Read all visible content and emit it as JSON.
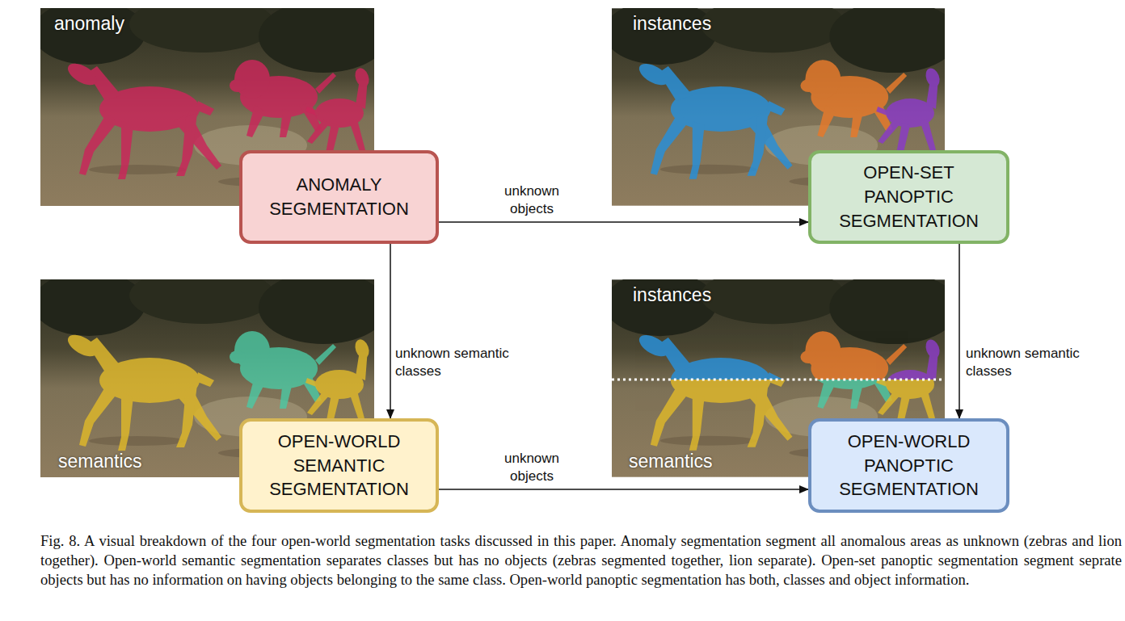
{
  "diagram": {
    "caption": "Fig. 8. A visual breakdown of the four open-world segmentation tasks discussed in this paper. Anomaly segmentation segment all anomalous areas as unknown (zebras and lion together). Open-world semantic segmentation separates classes but has no objects (zebras segmented together, lion separate). Open-set panoptic segmentation segment seprate objects but has no information on having objects belonging to the same class. Open-world panoptic segmentation has both, classes and object information.",
    "nodes": [
      {
        "text": [
          "ANOMALY SEGMENTATION"
        ]
      },
      {
        "text": [
          "OPEN-SET PANOPTIC SEGMENTATION"
        ]
      },
      {
        "text": [
          "OPEN-WORLD SEMANTIC SEGMENTATION"
        ]
      },
      {
        "text": [
          "OPEN-WORLD PANOPTIC SEGMENTATION"
        ]
      }
    ],
    "edges": [
      {
        "from": 0,
        "to": 1,
        "label": "unknown objects",
        "arrow": "to"
      },
      {
        "from": 0,
        "to": 2,
        "label": "unknown semantic classes",
        "arrow": "to"
      },
      {
        "from": 2,
        "to": 3,
        "label": "unknown objects",
        "arrow": "to"
      },
      {
        "from": 1,
        "to": 3,
        "label": "unknown semantic classes",
        "arrow": "to"
      }
    ],
    "labels": [
      "anomaly",
      "instances",
      "semantics",
      "instances",
      "semantics"
    ]
  }
}
